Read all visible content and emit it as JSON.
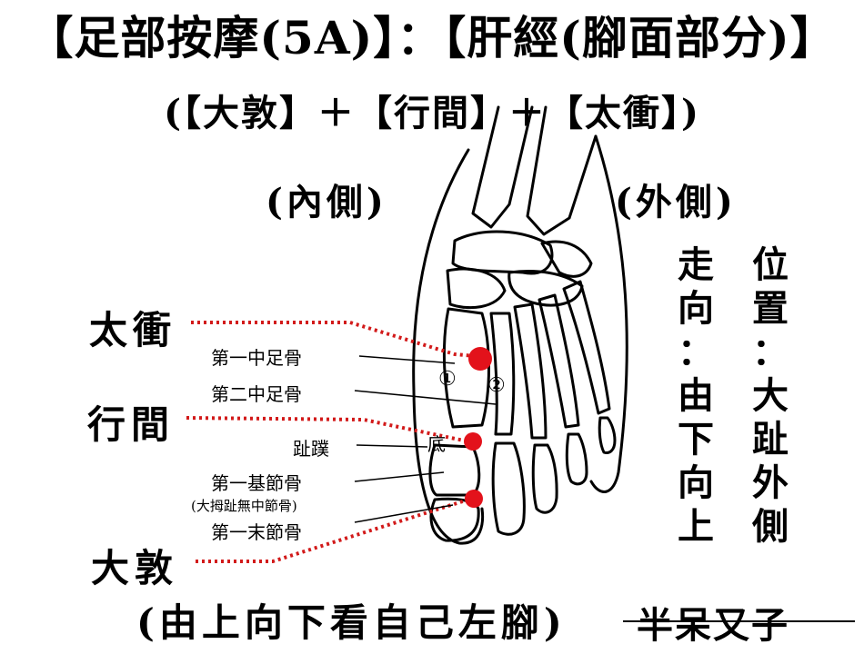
{
  "title": "【足部按摩(5A)】：【肝經(腳面部分)】",
  "subtitle": "(【大敦】＋【行間】＋【太衝】)",
  "side_inner": "(內側)",
  "side_outer": "(外側)",
  "points": [
    {
      "name": "太衝"
    },
    {
      "name": "行間"
    },
    {
      "name": "大敦"
    }
  ],
  "anatomy_labels": {
    "first_metatarsal": "第一中足骨",
    "second_metatarsal": "第二中足骨",
    "toe_web": "趾蹼",
    "first_proximal_phalanx": "第一基節骨",
    "big_toe_note": "(大拇趾無中節骨)",
    "first_distal_phalanx": "第一末節骨",
    "marker_bottom": "底",
    "marker_1": "①",
    "marker_2": "②"
  },
  "direction": {
    "heading": "走向：",
    "chars": [
      "走",
      "向",
      "：",
      "由",
      "下",
      "向",
      "上"
    ]
  },
  "position": {
    "chars": [
      "位",
      "置",
      "：",
      "大",
      "趾",
      "外",
      "側"
    ]
  },
  "caption": "(由上向下看自己左腳)",
  "signature": "半呆又子",
  "colors": {
    "acupoint": "#e3121b",
    "dotted_line": "#d21a1a",
    "text": "#000000"
  }
}
